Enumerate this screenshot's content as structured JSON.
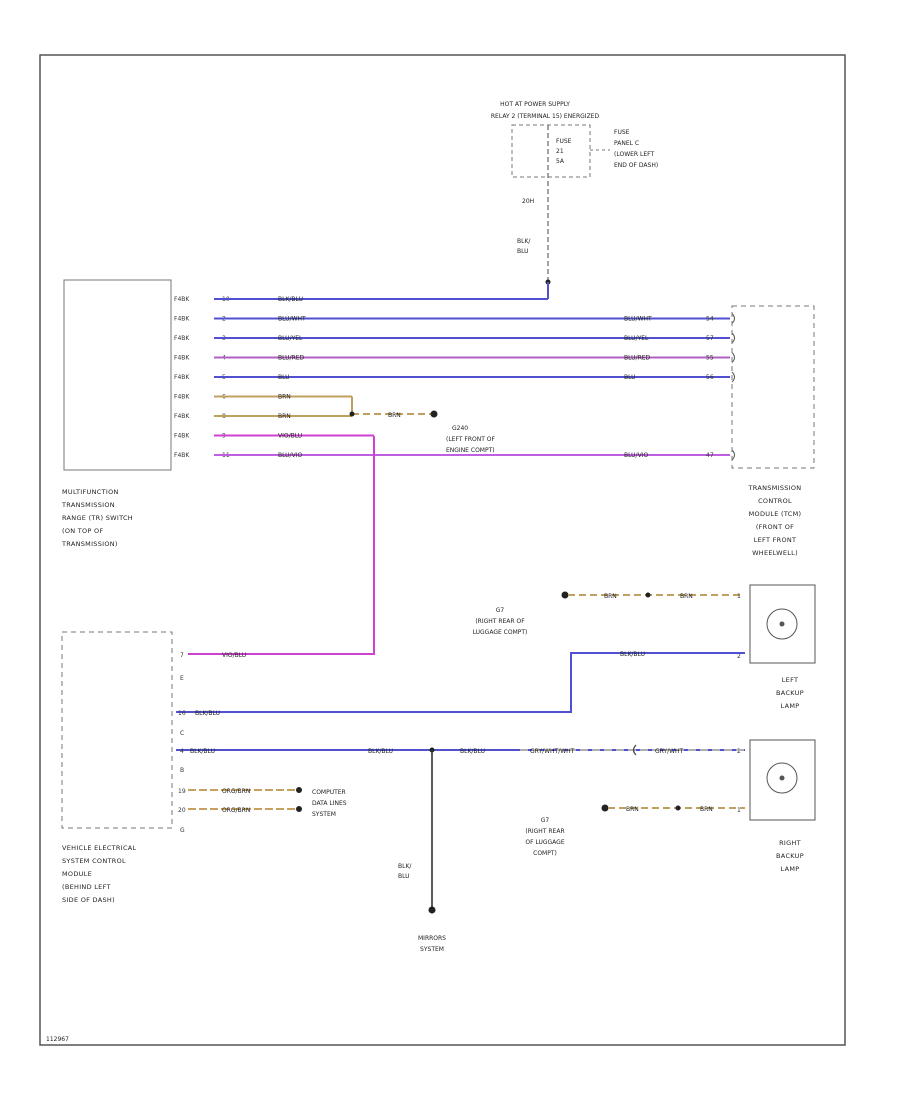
{
  "power": {
    "title_line1": "HOT AT POWER SUPPLY",
    "title_line2": "RELAY 2 (TERMINAL 15) ENERGIZED",
    "fuse_line1": "FUSE",
    "fuse_line2": "21",
    "fuse_line3": "5A",
    "fuse_panel_line1": "FUSE",
    "fuse_panel_line2": "PANEL C",
    "fuse_panel_line3": "(LOWER LEFT",
    "fuse_panel_line4": "END OF DASH)",
    "circuit": "20H",
    "wire_line1": "BLK/",
    "wire_line2": "BLU"
  },
  "mfs": {
    "name_line1": "MULTIFUNCTION",
    "name_line2": "TRANSMISSION",
    "name_line3": "RANGE (TR) SWITCH",
    "name_line4": "(ON TOP OF",
    "name_line5": "TRANSMISSION)",
    "wires": [
      {
        "conn": "F4BK",
        "pin": "10",
        "label": "BLK/BLU",
        "color": "#5050d0"
      },
      {
        "conn": "F4BK",
        "pin": "2",
        "label": "BLU/WHT",
        "color": "#5050d0"
      },
      {
        "conn": "F4BK",
        "pin": "3",
        "label": "BLU/YEL",
        "color": "#5050d0"
      },
      {
        "conn": "F4BK",
        "pin": "4",
        "label": "BLU/RED",
        "color": "#b060c0"
      },
      {
        "conn": "F4BK",
        "pin": "5",
        "label": "BLU",
        "color": "#5050d0"
      },
      {
        "conn": "F4BK",
        "pin": "6",
        "label": "BRN",
        "color": "#c0a060"
      },
      {
        "conn": "F4BK",
        "pin": "8",
        "label": "BRN",
        "color": "#c0a060"
      },
      {
        "conn": "F4BK",
        "pin": "9",
        "label": "VIO/BLU",
        "color": "#d040d0"
      },
      {
        "conn": "F4BK",
        "pin": "11",
        "label": "BLU/VIO",
        "color": "#c060e0"
      }
    ]
  },
  "tcm": {
    "name_line1": "TRANSMISSION",
    "name_line2": "CONTROL",
    "name_line3": "MODULE (TCM)",
    "name_line4": "(FRONT OF",
    "name_line5": "LEFT FRONT",
    "name_line6": "WHEELWELL)",
    "wires": [
      {
        "label": "BLU/WHT",
        "pin": "54"
      },
      {
        "label": "BLU/YEL",
        "pin": "57"
      },
      {
        "label": "BLU/RED",
        "pin": "55"
      },
      {
        "label": "BLU",
        "pin": "56"
      },
      {
        "label": "BLU/VIO",
        "pin": "47"
      }
    ]
  },
  "ground_g240": {
    "wire": "BRN",
    "name": "G240",
    "loc_line1": "(LEFT FRONT OF",
    "loc_line2": "ENGINE COMPT)"
  },
  "ground_g7_top": {
    "wire1": "BRN",
    "wire2": "BRN",
    "name": "G7",
    "loc_line1": "(RIGHT REAR OF",
    "loc_line2": "LUGGAGE COMPT)"
  },
  "left_backup": {
    "name_line1": "LEFT",
    "name_line2": "BACKUP",
    "name_line3": "LAMP",
    "pin_top": "1",
    "pin_bot": "2",
    "wire": "BLK/BLU"
  },
  "right_backup": {
    "name_line1": "RIGHT",
    "name_line2": "BACKUP",
    "name_line3": "LAMP",
    "pin_top": "2",
    "pin_bot": "1",
    "wire_left": "GRY/WHT",
    "wire_right": "GRY/WHT",
    "ground_wire1": "BRN",
    "ground_wire2": "BRN"
  },
  "ground_g7_bot": {
    "name": "G7",
    "loc_line1": "(RIGHT REAR",
    "loc_line2": "OF LUGGAGE",
    "loc_line3": "COMPT)"
  },
  "vesc": {
    "name_line1": "VEHICLE ELECTRICAL",
    "name_line2": "SYSTEM CONTROL",
    "name_line3": "MODULE",
    "name_line4": "(BEHIND LEFT",
    "name_line5": "SIDE OF DASH)",
    "pins": [
      {
        "pin": "7",
        "label": "VIO/BLU"
      },
      {
        "pin": "E",
        "label": ""
      },
      {
        "pin": "16",
        "label": "BLK/BLU"
      },
      {
        "pin": "C",
        "label": ""
      },
      {
        "pin": "4",
        "label": "BLK/BLU"
      },
      {
        "pin": "B",
        "label": ""
      },
      {
        "pin": "19",
        "label": "ORG/BRN"
      },
      {
        "pin": "20",
        "label": "ORG/BRN"
      },
      {
        "pin": "G",
        "label": ""
      }
    ]
  },
  "splice_bottom": {
    "wire_a": "BLK/BLU",
    "wire_b": "BLK/BLU",
    "wire_c": "GRY/WHT/WHT"
  },
  "computer_data": {
    "line1": "COMPUTER",
    "line2": "DATA LINES",
    "line3": "SYSTEM"
  },
  "mirrors": {
    "wire_line1": "BLK/",
    "wire_line2": "BLU",
    "line1": "MIRRORS",
    "line2": "SYSTEM"
  },
  "diagram_id": "112967"
}
